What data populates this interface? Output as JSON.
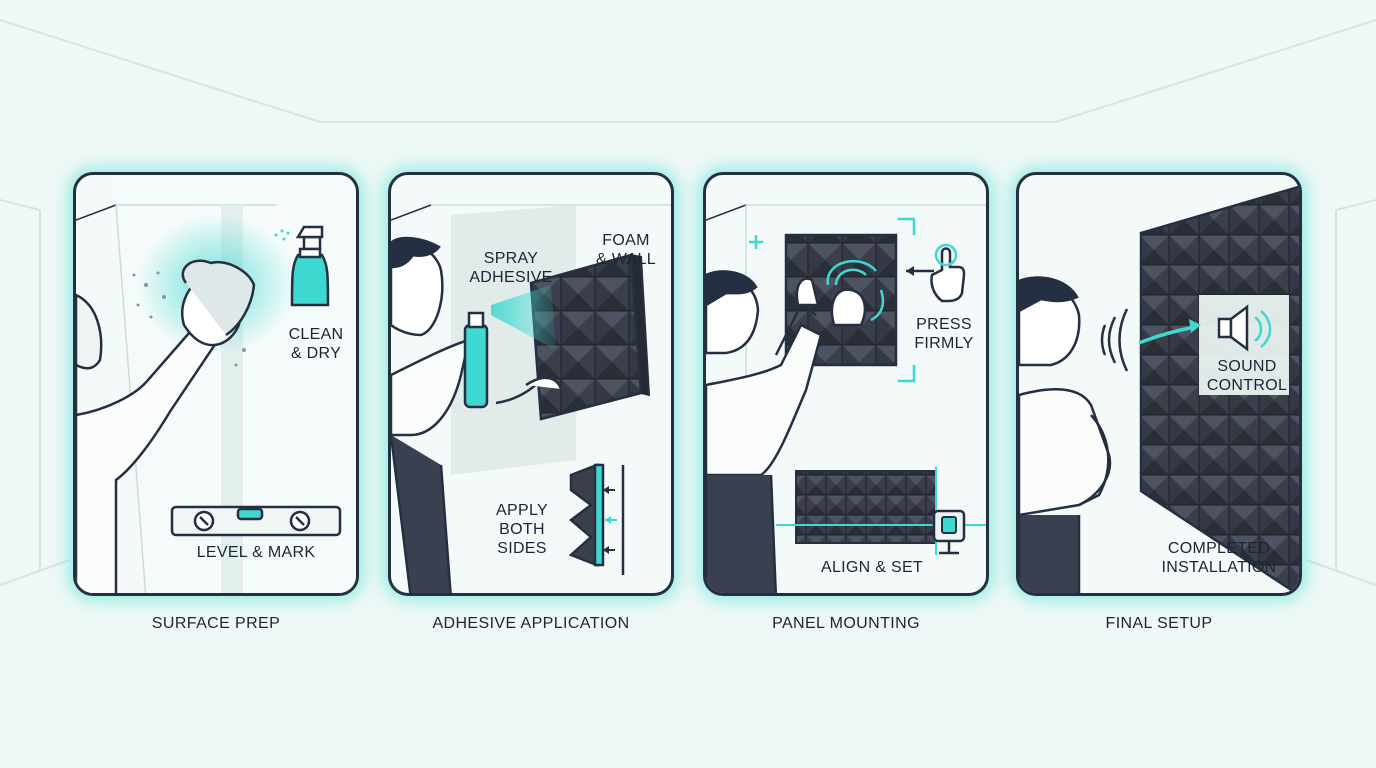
{
  "steps": [
    {
      "caption": "SURFACE PREP",
      "labels": {
        "clean": "CLEAN\n& DRY",
        "level": "LEVEL & MARK"
      }
    },
    {
      "caption": "ADHESIVE APPLICATION",
      "labels": {
        "spray": "SPRAY\nADHESIVE",
        "foam": "FOAM\n& WALL",
        "apply": "APPLY\nBOTH\nSIDES"
      }
    },
    {
      "caption": "PANEL MOUNTING",
      "labels": {
        "press": "PRESS\nFIRMLY",
        "align": "ALIGN & SET"
      }
    },
    {
      "caption": "FINAL SETUP",
      "labels": {
        "sound": "SOUND\nCONTROL",
        "completed": "COMPLETED\nINSTALLATION"
      }
    }
  ],
  "colors": {
    "accent": "#3fd8d0",
    "outline": "#243042",
    "foam": "#3a3f4b",
    "background": "#eef8f6"
  },
  "icons": [
    "spray-bottle-icon",
    "cloth-icon",
    "level-tool-icon",
    "spray-can-icon",
    "foam-panel-icon",
    "pointing-hand-icon",
    "laser-level-icon",
    "speaker-icon",
    "sound-wave-icon"
  ]
}
